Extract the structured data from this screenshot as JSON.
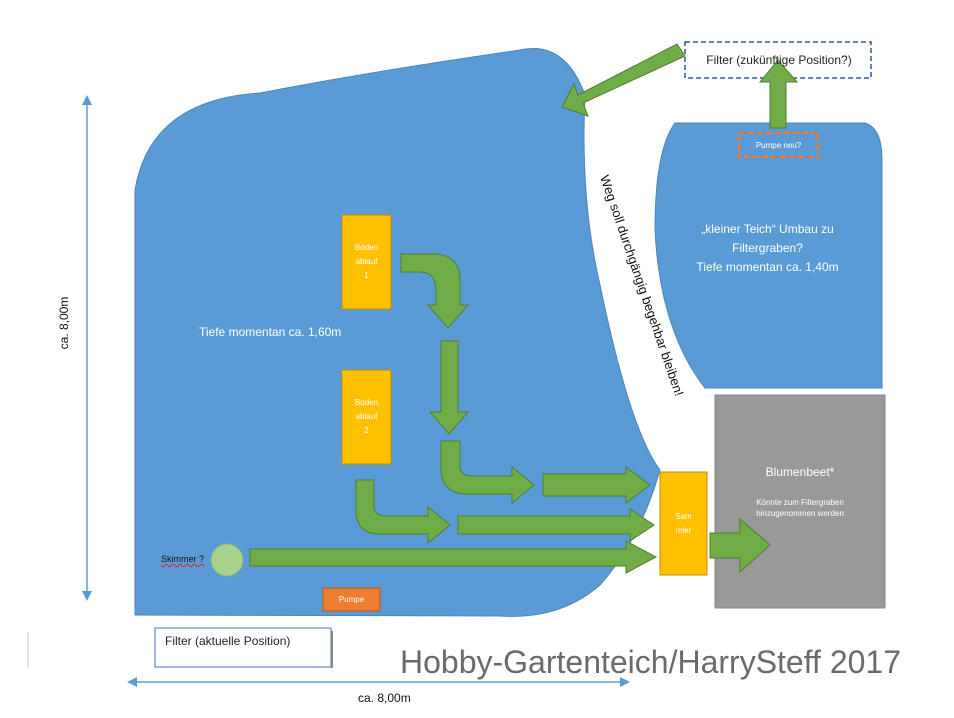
{
  "colors": {
    "pond_fill": "#5B9BD5",
    "pond_stroke": "#4A86BE",
    "drain_fill": "#FFC000",
    "arrow_fill": "#70AD47",
    "arrow_stroke": "#507E32",
    "bed_fill": "#999999",
    "pump_fill": "#ED7D31",
    "skimmer_fill": "#A9D18E",
    "dim_line": "#5B9BD5",
    "title_text": "#6A6A6A"
  },
  "labels": {
    "filter_future": "Filter (zukünftige Position?)",
    "filter_current": "Filter (aktuelle Position)",
    "pump_new": "Pumpe neu?",
    "small_pond_line1": "„kleiner Teich“ Umbau zu",
    "small_pond_line2": "Filtergraben?",
    "small_pond_line3": "Tiefe momentan ca. 1,40m",
    "depth_main": "Tiefe momentan ca. 1,60m",
    "path_note": "Weg soll durchgängig begehbar bleiben!",
    "drain1_line1": "Boden",
    "drain1_line2": "ablauf",
    "drain1_line3": "1",
    "drain2_line1": "Boden",
    "drain2_line2": "ablauf",
    "drain2_line3": "2",
    "collector_line1": "Sam",
    "collector_line2": "mler",
    "bed_title": "Blumenbeet*",
    "bed_note_line1": "Könnte zum Filtergraben",
    "bed_note_line2": "hinzugenommen werden",
    "skimmer": "Skimmer ?",
    "pump": "Pumpe",
    "dim_vertical": "ca. 8,00m",
    "dim_horizontal": "ca. 8,00m",
    "title": "Hobby-Gartenteich/HarrySteff 2017"
  }
}
